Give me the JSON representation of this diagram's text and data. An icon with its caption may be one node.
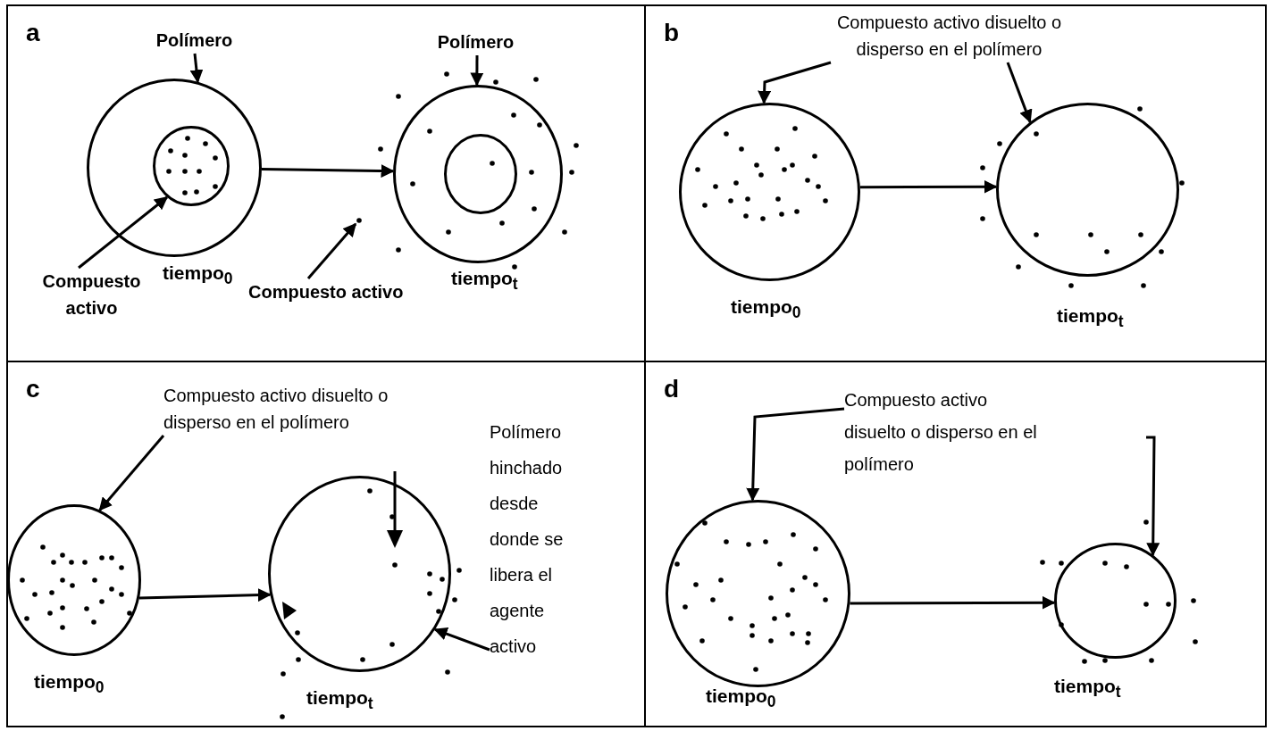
{
  "diagram": {
    "nodes": [
      {
        "text": [
          "a"
        ]
      },
      {
        "text": [],
        "shape": "circle",
        "in": 0,
        "beside": [
          "tiempo$_{0}$"
        ]
      },
      {
        "text": [],
        "shape": "circle",
        "in": 1
      },
      {
        "text": [],
        "shape": "circle",
        "in": 0,
        "beside": [
          "tiempo$_{t}$"
        ]
      },
      {
        "text": [],
        "shape": "circle",
        "in": 3
      },
      {
        "text": [
          "Polímero"
        ],
        "in": 0
      },
      {
        "text": [
          "Polímero"
        ],
        "in": 0
      },
      {
        "text": [
          "Compuesto activo"
        ],
        "in": 0
      },
      {
        "text": [
          "Compuesto activo"
        ],
        "in": 0
      },
      {
        "text": [
          "b"
        ]
      },
      {
        "text": [],
        "shape": "circle",
        "in": 9,
        "beside": [
          "tiempo$_{0}$"
        ]
      },
      {
        "text": [],
        "shape": "circle",
        "in": 9,
        "beside": [
          "tiempo$_{t}$"
        ]
      },
      {
        "text": [
          "Compuesto activo disuelto o disperso en el polímero"
        ],
        "in": 9
      },
      {
        "text": [
          "c"
        ]
      },
      {
        "text": [],
        "shape": "circle",
        "in": 13,
        "beside": [
          "tiempo$_{0}$"
        ]
      },
      {
        "text": [],
        "shape": "circle",
        "in": 13,
        "beside": [
          "tiempo$_{t}$"
        ]
      },
      {
        "text": [
          "Compuesto activo disuelto o disperso en el polímero"
        ],
        "in": 13
      },
      {
        "text": [
          "Polímero hinchado desde donde se libera el agente activo"
        ],
        "in": 13
      },
      {
        "text": [
          "d"
        ]
      },
      {
        "text": [],
        "shape": "circle",
        "in": 18,
        "beside": [
          "tiempo$_{0}$"
        ]
      },
      {
        "text": [],
        "shape": "circle",
        "in": 18,
        "beside": [
          "tiempo$_{t}$"
        ]
      },
      {
        "text": [
          "Compuesto activo disuelto o disperso en el polímero"
        ],
        "in": 18
      }
    ],
    "edges": [
      {
        "from": 5,
        "to": 1,
        "arrow": "to"
      },
      {
        "from": 6,
        "to": 3,
        "arrow": "to"
      },
      {
        "from": 7,
        "to": 2,
        "arrow": "to"
      },
      {
        "from": 8,
        "to": null,
        "arrow": "to"
      },
      {
        "from": 1,
        "to": 3,
        "arrow": "to"
      },
      {
        "from": 12,
        "to": 10,
        "arrow": "to"
      },
      {
        "from": 12,
        "to": 11,
        "arrow": "to"
      },
      {
        "from": 10,
        "to": 11,
        "arrow": "to"
      },
      {
        "from": 16,
        "to": 14,
        "arrow": "to"
      },
      {
        "from": 14,
        "to": 15,
        "arrow": "to"
      },
      {
        "from": 17,
        "to": 15,
        "arrow": "to"
      },
      {
        "from": 21,
        "to": 19,
        "arrow": "to"
      },
      {
        "from": null,
        "to": 20,
        "arrow": "to"
      },
      {
        "from": 19,
        "to": 20,
        "arrow": "to"
      }
    ]
  }
}
